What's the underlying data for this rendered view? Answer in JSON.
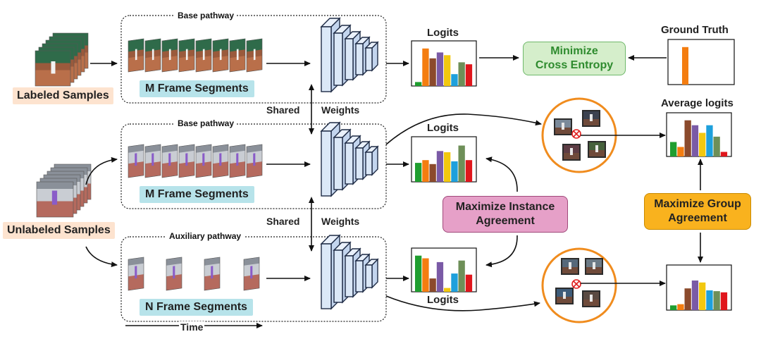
{
  "labels": {
    "labeled_samples": "Labeled Samples",
    "unlabeled_samples": "Unlabeled Samples",
    "base_pathway_1": "Base pathway",
    "base_pathway_2": "Base pathway",
    "auxiliary_pathway": "Auxiliary pathway",
    "m_segments_1": "M Frame Segments",
    "m_segments_2": "M Frame Segments",
    "n_segments": "N Frame Segments",
    "shared_1": "Shared",
    "weights_1": "Weights",
    "shared_2": "Shared",
    "weights_2": "Weights",
    "logits_1": "Logits",
    "logits_2": "Logits",
    "logits_3": "Logits",
    "ground_truth": "Ground Truth",
    "average_logits": "Average logits",
    "time": "Time"
  },
  "boxes": {
    "cross_entropy": {
      "line1": "Minimize",
      "line2": "Cross Entropy"
    },
    "instance": {
      "line1": "Maximize Instance",
      "line2": "Agreement"
    },
    "group": {
      "line1": "Maximize Group",
      "line2": "Agreement"
    }
  },
  "colors": {
    "cross_entropy_fill": "#d5eecb",
    "cross_entropy_border": "#6fb86a",
    "cross_entropy_text": "#2e8b2e",
    "instance_fill": "#e6a0c8",
    "instance_border": "#a0497a",
    "group_fill": "#f9b21e",
    "group_border": "#c98a00",
    "circle_border": "#f08c1e",
    "cnn_fill": "#dbe8f7",
    "cnn_stroke": "#1d2a44"
  },
  "bar_palette": [
    "#1f9e2f",
    "#f47d10",
    "#8b4a2c",
    "#7a5aa6",
    "#f2c80f",
    "#1ea0dc",
    "#6e8f58",
    "#e0161c"
  ],
  "charts": {
    "logits_1": [
      0.1,
      0.95,
      0.7,
      0.85,
      0.78,
      0.3,
      0.6,
      0.55
    ],
    "logits_2": [
      0.48,
      0.55,
      0.45,
      0.78,
      0.75,
      0.52,
      0.92,
      0.55
    ],
    "logits_3": [
      0.95,
      0.88,
      0.35,
      0.78,
      0.1,
      0.48,
      0.82,
      0.45
    ],
    "ground_truth": [
      0,
      0.95,
      0,
      0,
      0,
      0,
      0,
      0
    ],
    "average_1": [
      0.38,
      0.25,
      0.95,
      0.82,
      0.62,
      0.82,
      0.52,
      0.12
    ],
    "average_2": [
      0.12,
      0.15,
      0.55,
      0.75,
      0.7,
      0.5,
      0.48,
      0.45
    ]
  }
}
